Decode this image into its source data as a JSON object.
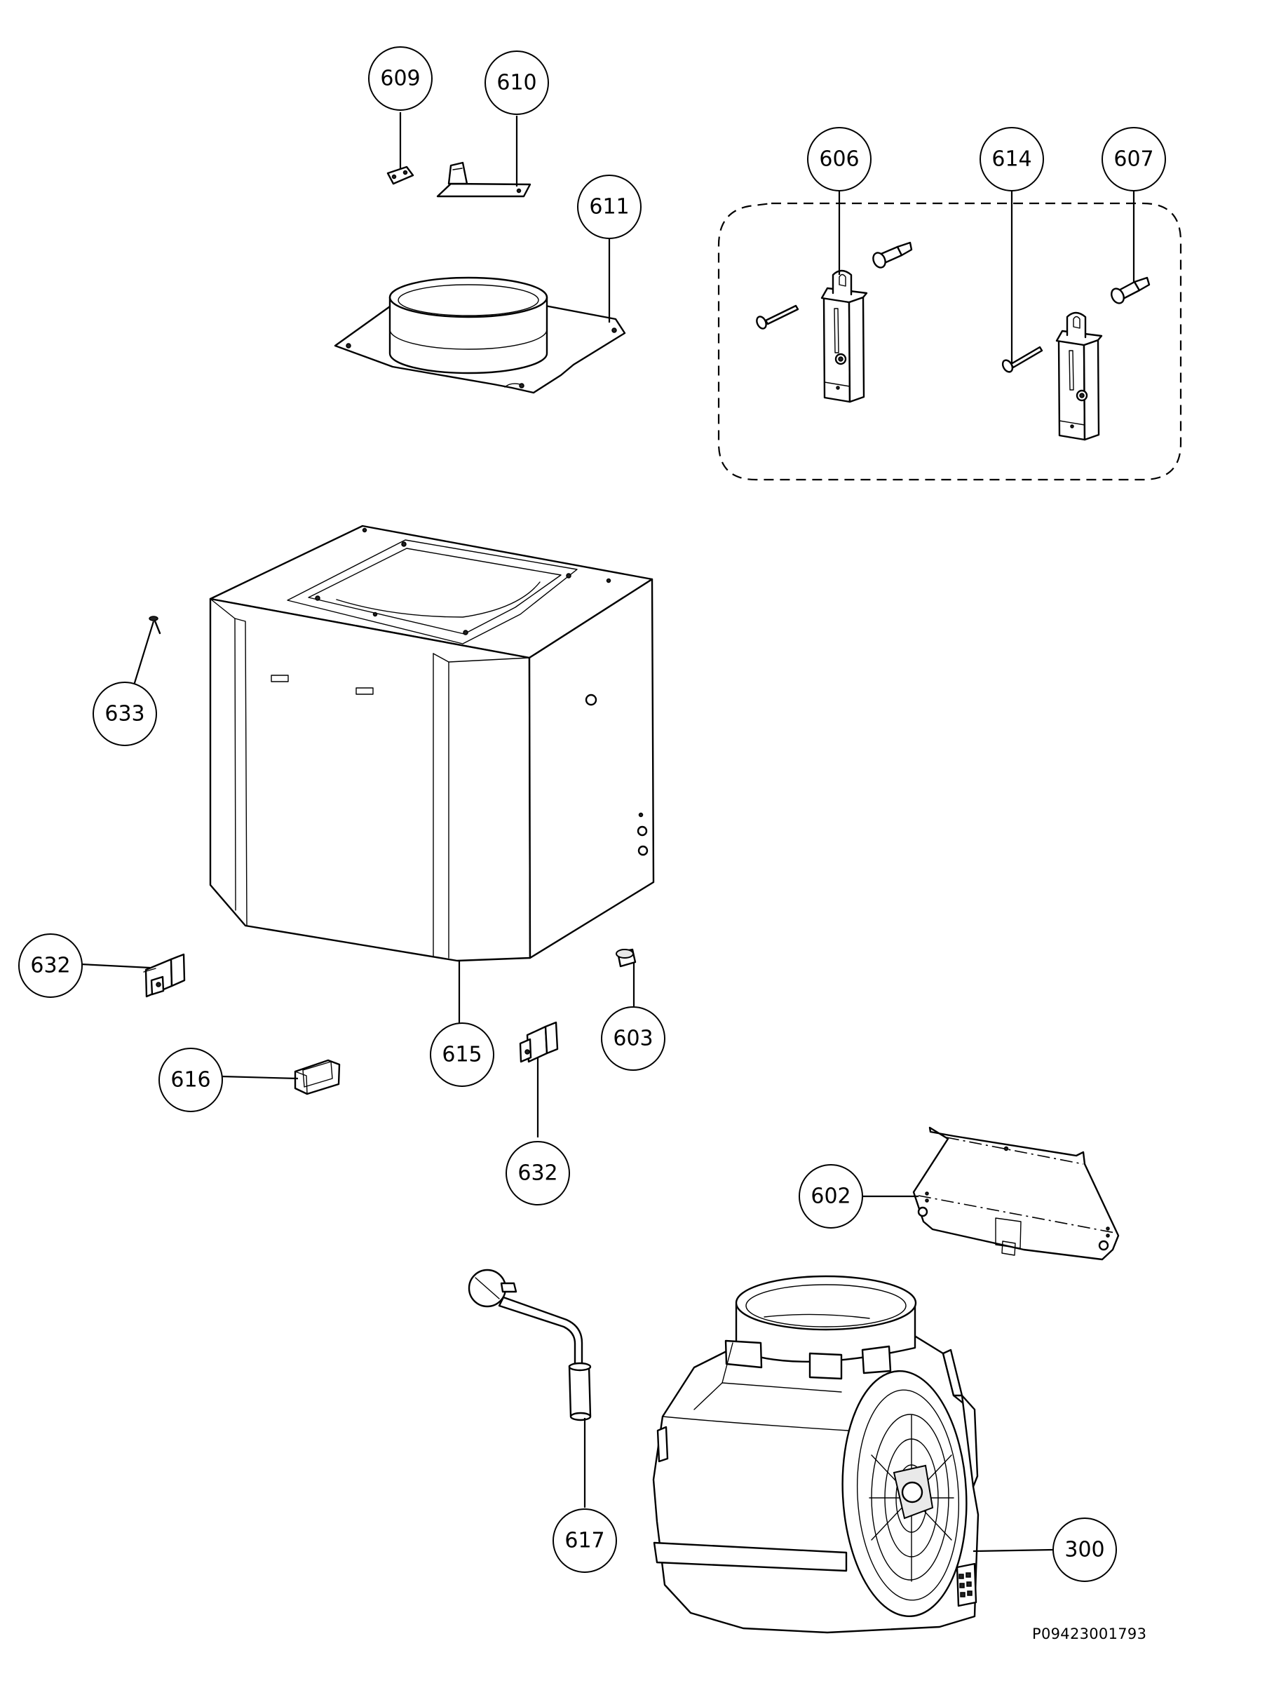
{
  "drawing_code": "P09423001793",
  "callouts": [
    "609",
    "610",
    "611",
    "606",
    "614",
    "607",
    "633",
    "632",
    "615",
    "603",
    "616",
    "632",
    "602",
    "617",
    "300"
  ]
}
